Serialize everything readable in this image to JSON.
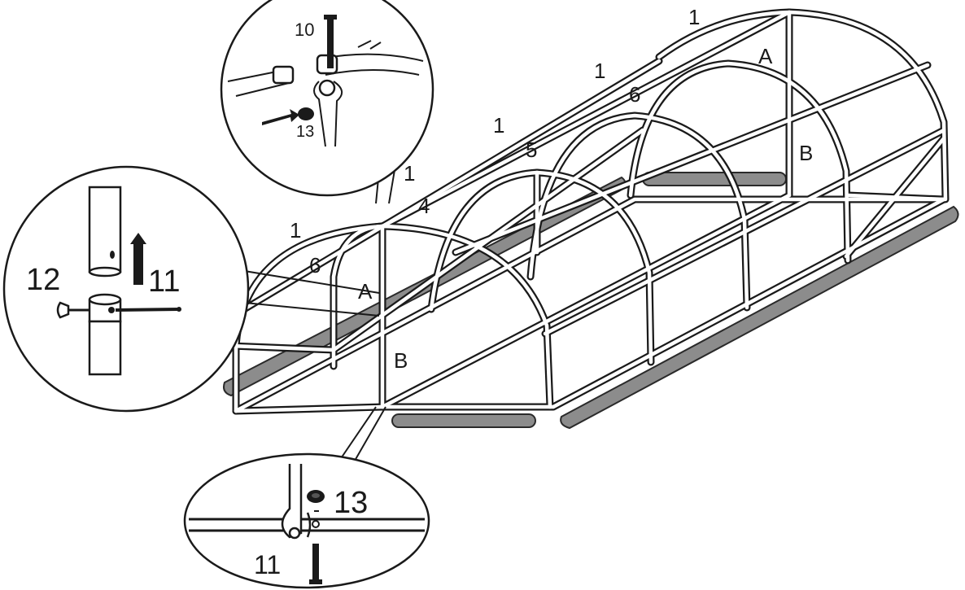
{
  "diagram": {
    "type": "assembly-diagram",
    "subject": "tunnel greenhouse frame",
    "colors": {
      "ink": "#1a1a1a",
      "ground_mat": "#8c8c8c",
      "background": "#ffffff"
    },
    "frame_labels": {
      "arch1": "1",
      "arch2": "1",
      "arch3": "1",
      "arch4": "1",
      "arch5": "1",
      "brace_front": "6",
      "brace_back": "6",
      "ridge_4": "4",
      "ridge_5": "5",
      "upright_front_a": "A",
      "upright_front_b": "B",
      "upright_back_a": "A",
      "upright_back_b": "B"
    },
    "callouts": {
      "top": {
        "bolt": "10",
        "nut": "13"
      },
      "left": {
        "wing_nut": "12",
        "bolt": "11"
      },
      "bottom": {
        "nut": "13",
        "bolt": "11"
      }
    }
  }
}
